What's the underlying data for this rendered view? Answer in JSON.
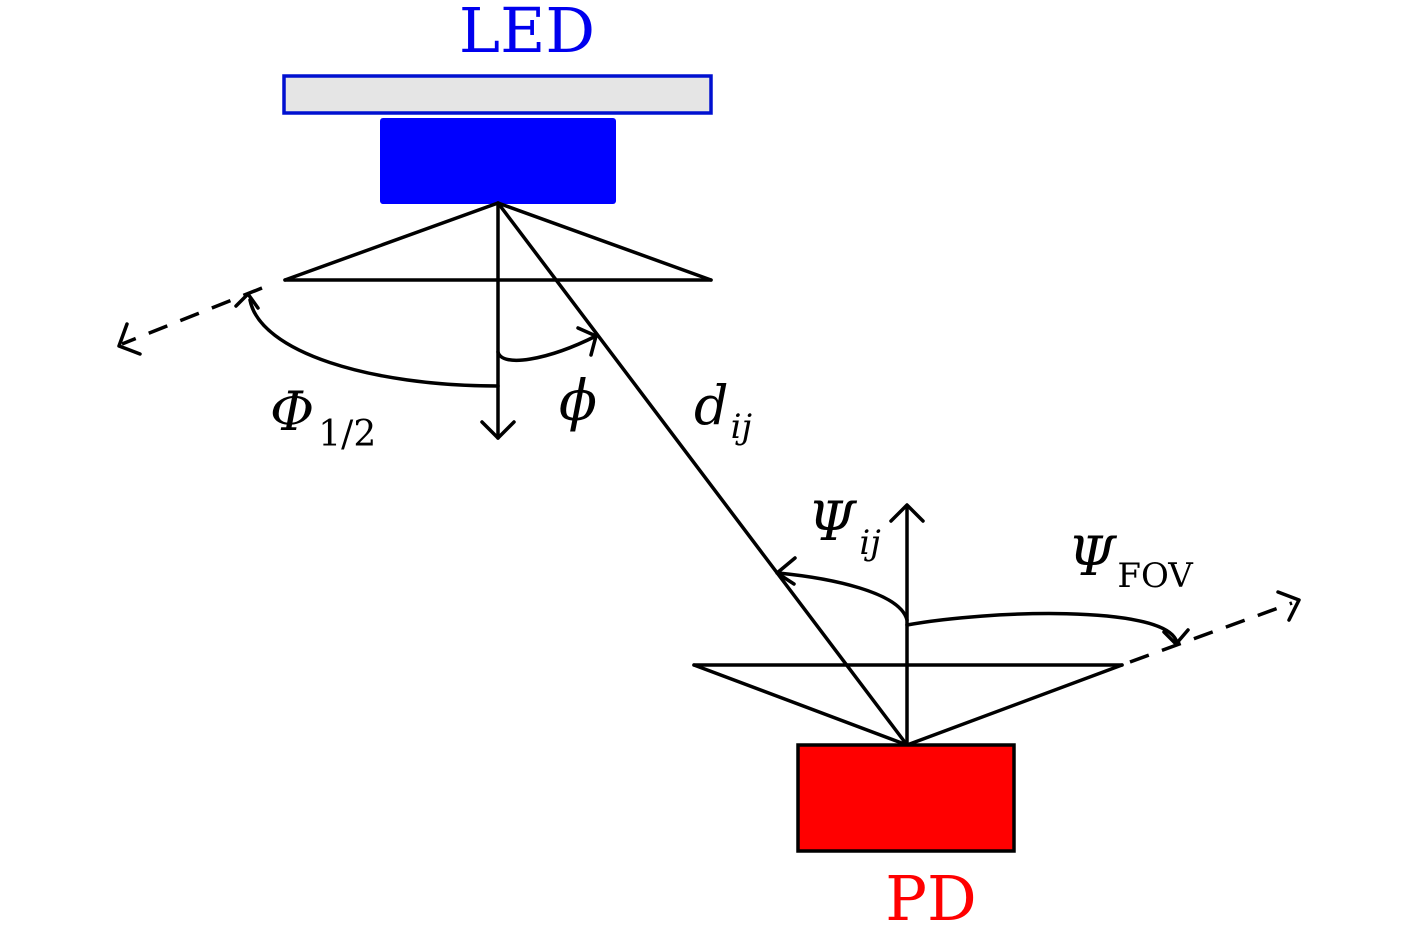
{
  "labels": {
    "led": "LED",
    "pd": "PD",
    "phi_half_symbol": "Φ",
    "phi_half_sub": "1/2",
    "phi": "ϕ",
    "distance_symbol": "d",
    "distance_sub": "ij",
    "psi_symbol": "Ψ",
    "psi_sub": "ij",
    "psi_fov_symbol": "Ψ",
    "psi_fov_sub": "FOV"
  },
  "colors": {
    "led_text": "#0000ee",
    "led_body": "#0000ff",
    "led_border": "#0010d0",
    "led_panel": "#e5e5e5",
    "pd_text": "#ff0000",
    "pd_body": "#ff0000",
    "line": "#000000"
  }
}
